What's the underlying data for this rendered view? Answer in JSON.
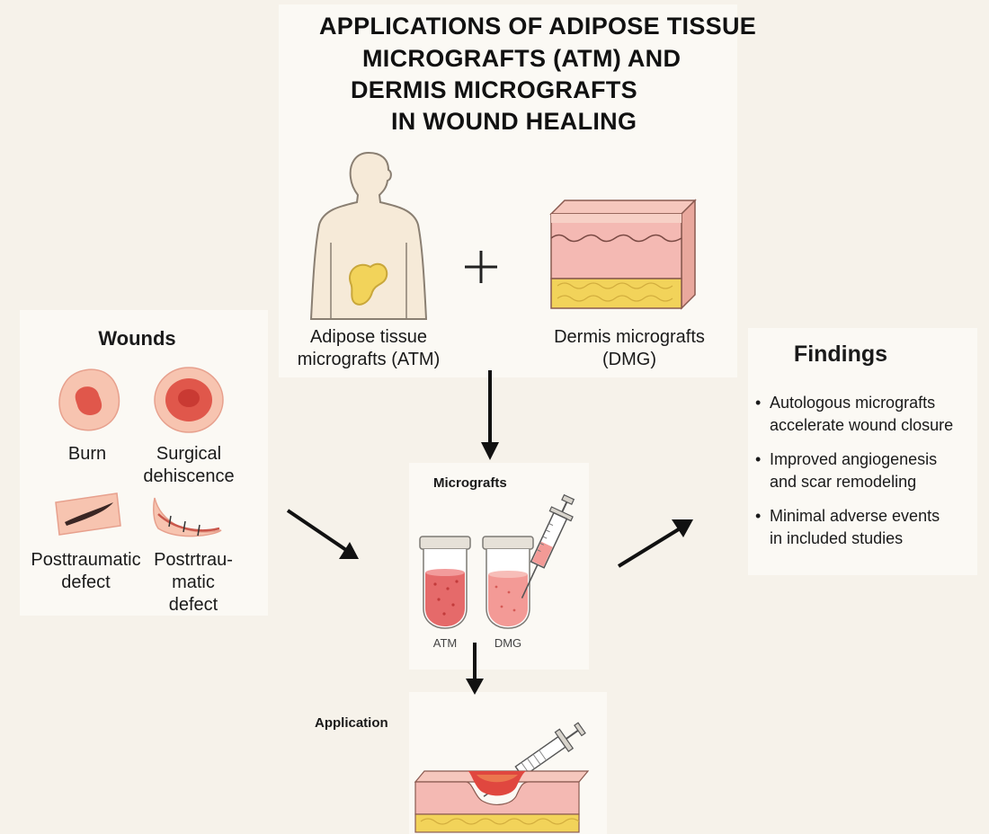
{
  "title": {
    "line1": "APPLICATIONS OF ADIPOSE TISSUE",
    "line2": "MICROGRAFTS (ATM) AND",
    "line3": "DERMIS MICROGRAFTS",
    "line4": "IN WOUND HEALING"
  },
  "sources": {
    "plus": "+",
    "atm_label_line1": "Adipose tissue",
    "atm_label_line2": "micrografts (ATM)",
    "dmg_label_line1": "Dermis micrografts",
    "dmg_label_line2": "(DMG)"
  },
  "wounds": {
    "heading": "Wounds",
    "items": [
      {
        "line1": "Burn",
        "line2": ""
      },
      {
        "line1": "Surgical",
        "line2": "dehiscence"
      },
      {
        "line1": "Posttraumatic",
        "line2": "defect"
      },
      {
        "line1": "Postrtrau-",
        "line2": "matic",
        "line3": "defect"
      }
    ]
  },
  "micrografts": {
    "heading": "Micrografts",
    "tube1_label": "ATM",
    "tube2_label": "DMG"
  },
  "application": {
    "heading": "Application"
  },
  "findings": {
    "heading": "Findings",
    "items": [
      {
        "line1": "Autologous micrografts",
        "line2": "accelerate wound closure"
      },
      {
        "line1": "Improved angiogenesis",
        "line2": "and scar remodeling"
      },
      {
        "line1": "Minimal adverse events",
        "line2": "in included studies"
      }
    ]
  },
  "colors": {
    "background": "#f6f2ea",
    "fat": "#f2d35a",
    "skin_pink": "#f4b9b3",
    "wound_red": "#d9473f",
    "body_fill": "#f6ead8"
  }
}
